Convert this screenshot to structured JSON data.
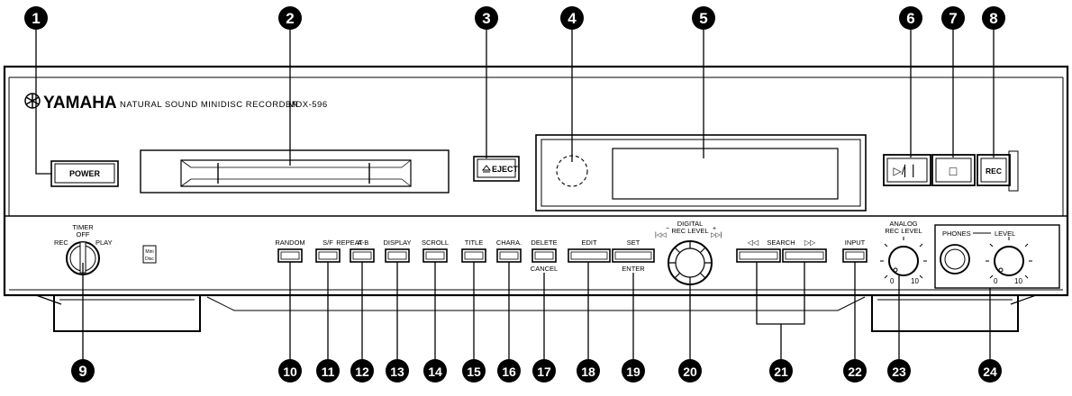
{
  "brand": {
    "logo": "YAMAHA",
    "product_line": "NATURAL SOUND MINIDISC RECORDER",
    "model": "MDX-596"
  },
  "buttons": {
    "power": "POWER",
    "eject": "EJECT",
    "play_pause": "▷/▏▏",
    "stop": "□",
    "rec": "REC"
  },
  "timer": {
    "title": "TIMER",
    "off": "OFF",
    "rec": "REC",
    "play": "PLAY"
  },
  "md_logo": {
    "line1": "Mini",
    "line2": "Disc"
  },
  "small_buttons": {
    "random": "RANDOM",
    "sf": "S/F",
    "repeat": "REPEAT",
    "ab": "A-B",
    "display": "DISPLAY",
    "scroll": "SCROLL",
    "title": "TITLE",
    "chara": "CHARA.",
    "delete": "DELETE",
    "cancel": "CANCEL",
    "edit": "EDIT",
    "set": "SET",
    "enter": "ENTER",
    "input": "INPUT"
  },
  "digital_level": {
    "line1": "DIGITAL",
    "line2": "REC LEVEL",
    "left": "|◁◁",
    "right": "▷▷|",
    "minus": "−",
    "plus": "+"
  },
  "search": {
    "label": "SEARCH",
    "left": "◁◁",
    "right": "▷▷"
  },
  "analog_level": {
    "line1": "ANALOG",
    "line2": "REC LEVEL",
    "min": "0",
    "max": "10"
  },
  "phones": {
    "phones": "PHONES",
    "level": "LEVEL",
    "min": "0",
    "max": "10"
  },
  "callouts": [
    "1",
    "2",
    "3",
    "4",
    "5",
    "6",
    "7",
    "8",
    "9",
    "10",
    "11",
    "12",
    "13",
    "14",
    "15",
    "16",
    "17",
    "18",
    "19",
    "20",
    "21",
    "22",
    "23",
    "24"
  ]
}
